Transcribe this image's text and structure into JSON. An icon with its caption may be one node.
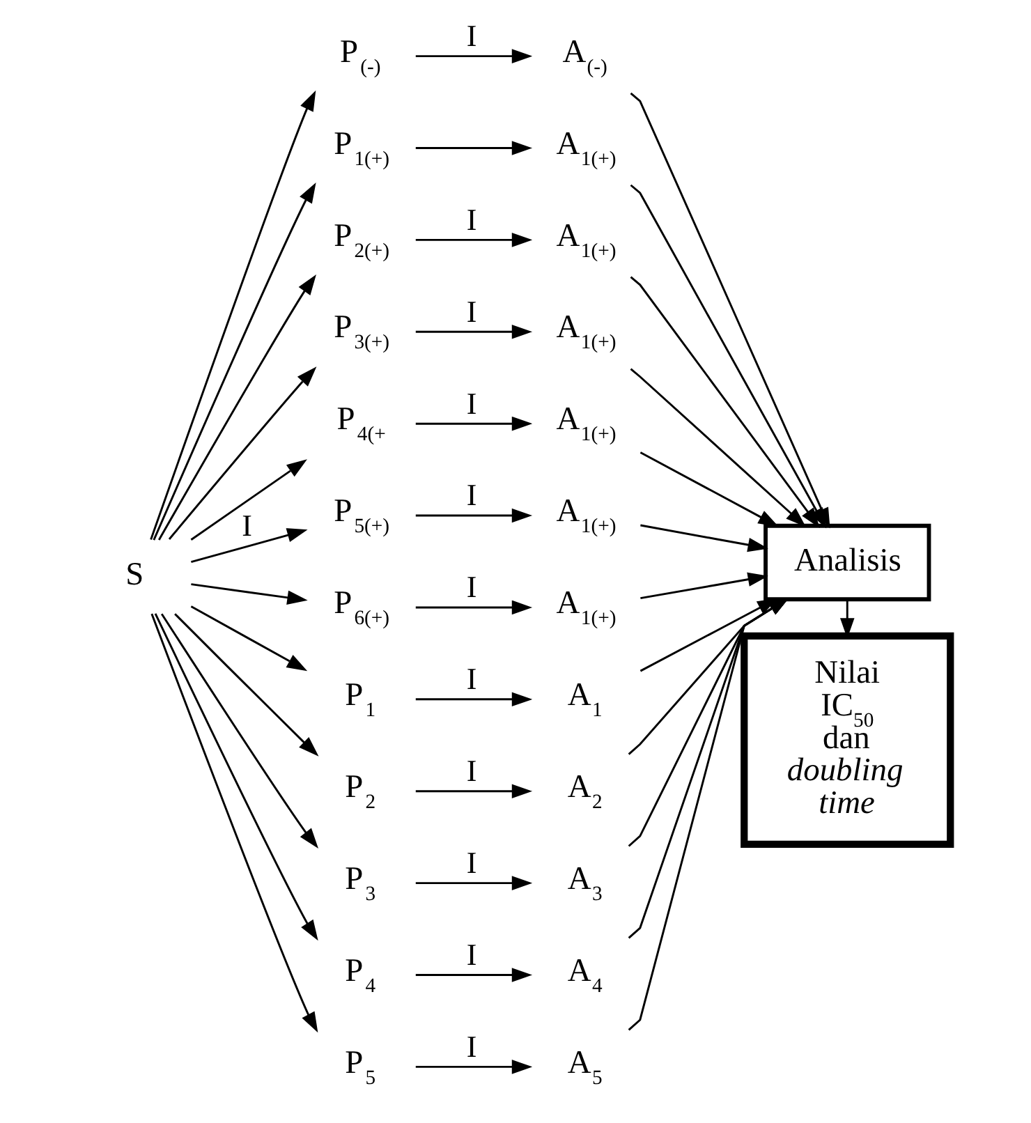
{
  "diagram": {
    "nodes": [
      {
        "text": [
          "S"
        ]
      },
      {
        "text": [
          "P$_{(-)}$"
        ]
      },
      {
        "text": [
          "A$_{(-)}$"
        ]
      },
      {
        "text": [
          "P$_{1(+)}$"
        ]
      },
      {
        "text": [
          "A$_{1(+)}$"
        ]
      },
      {
        "text": [
          "P$_{2(+)}$"
        ]
      },
      {
        "text": [
          "A$_{1(+)}$"
        ]
      },
      {
        "text": [
          "P$_{3(+)}$"
        ]
      },
      {
        "text": [
          "A$_{1(+)}$"
        ]
      },
      {
        "text": [
          "P$_{4(+}$"
        ]
      },
      {
        "text": [
          "A$_{1(+)}$"
        ]
      },
      {
        "text": [
          "P$_{5(+)}$"
        ]
      },
      {
        "text": [
          "A$_{1(+)}$"
        ]
      },
      {
        "text": [
          "P$_{6(+)}$"
        ]
      },
      {
        "text": [
          "A$_{1(+)}$"
        ]
      },
      {
        "text": [
          "P$_{1}$"
        ]
      },
      {
        "text": [
          "A$_{1}$"
        ]
      },
      {
        "text": [
          "P$_{2}$"
        ]
      },
      {
        "text": [
          "A$_{2}$"
        ]
      },
      {
        "text": [
          "P$_{3}$"
        ]
      },
      {
        "text": [
          "A$_{3}$"
        ]
      },
      {
        "text": [
          "P$_{4}$"
        ]
      },
      {
        "text": [
          "A$_{4}$"
        ]
      },
      {
        "text": [
          "P$_{5}$"
        ]
      },
      {
        "text": [
          "A$_{5}$"
        ]
      },
      {
        "text": [
          "Analisis"
        ]
      },
      {
        "text": [
          "Nilai IC$_{50}$ dan *doubling time*"
        ]
      }
    ],
    "edges": [
      {
        "from": 0,
        "to": 1,
        "arrow": "to"
      },
      {
        "from": 0,
        "to": 3,
        "arrow": "to"
      },
      {
        "from": 0,
        "to": 5,
        "arrow": "to"
      },
      {
        "from": 0,
        "to": 7,
        "arrow": "to"
      },
      {
        "from": 0,
        "to": 9,
        "arrow": "to"
      },
      {
        "from": 0,
        "to": 11,
        "arrow": "to",
        "label": "I"
      },
      {
        "from": 0,
        "to": 13,
        "arrow": "to"
      },
      {
        "from": 0,
        "to": 15,
        "arrow": "to"
      },
      {
        "from": 0,
        "to": 17,
        "arrow": "to"
      },
      {
        "from": 0,
        "to": 19,
        "arrow": "to"
      },
      {
        "from": 0,
        "to": 21,
        "arrow": "to"
      },
      {
        "from": 0,
        "to": 23,
        "arrow": "to"
      },
      {
        "from": 1,
        "to": 2,
        "arrow": "to",
        "label": "I"
      },
      {
        "from": 3,
        "to": 4,
        "arrow": "to"
      },
      {
        "from": 5,
        "to": 6,
        "arrow": "to",
        "label": "I"
      },
      {
        "from": 7,
        "to": 8,
        "arrow": "to",
        "label": "I"
      },
      {
        "from": 9,
        "to": 10,
        "arrow": "to",
        "label": "I"
      },
      {
        "from": 11,
        "to": 12,
        "arrow": "to",
        "label": "I"
      },
      {
        "from": 13,
        "to": 14,
        "arrow": "to",
        "label": "I"
      },
      {
        "from": 15,
        "to": 16,
        "arrow": "to",
        "label": "I"
      },
      {
        "from": 17,
        "to": 18,
        "arrow": "to",
        "label": "I"
      },
      {
        "from": 19,
        "to": 20,
        "arrow": "to",
        "label": "I"
      },
      {
        "from": 21,
        "to": 22,
        "arrow": "to",
        "label": "I"
      },
      {
        "from": 23,
        "to": 24,
        "arrow": "to",
        "label": "I"
      },
      {
        "from": 2,
        "to": 25,
        "arrow": "to"
      },
      {
        "from": 4,
        "to": 25,
        "arrow": "to"
      },
      {
        "from": 6,
        "to": 25,
        "arrow": "to"
      },
      {
        "from": 8,
        "to": 25,
        "arrow": "to"
      },
      {
        "from": 10,
        "to": 25,
        "arrow": "to"
      },
      {
        "from": 12,
        "to": 25,
        "arrow": "to"
      },
      {
        "from": 14,
        "to": 25,
        "arrow": "to"
      },
      {
        "from": 16,
        "to": 25,
        "arrow": "to"
      },
      {
        "from": 18,
        "to": 25,
        "arrow": "to"
      },
      {
        "from": 20,
        "to": 25,
        "arrow": "to"
      },
      {
        "from": 22,
        "to": 25,
        "arrow": "to"
      },
      {
        "from": 24,
        "to": 25,
        "arrow": "to"
      },
      {
        "from": 25,
        "to": 26,
        "arrow": "to"
      }
    ]
  }
}
